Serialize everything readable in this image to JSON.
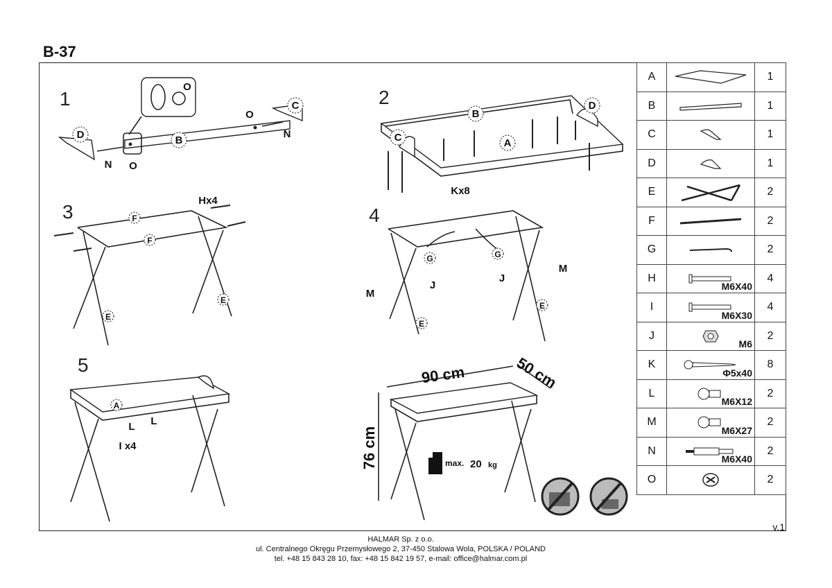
{
  "model": "B-37",
  "steps": {
    "s1": {
      "num": "1",
      "bubbles": [
        "D",
        "B",
        "C"
      ],
      "labels": [
        "O",
        "O",
        "O",
        "N",
        "N"
      ]
    },
    "s2": {
      "num": "2",
      "bubbles": [
        "C",
        "B",
        "A",
        "D"
      ],
      "k_label": "Kx8"
    },
    "s3": {
      "num": "3",
      "bubbles": [
        "F",
        "F",
        "E",
        "E"
      ],
      "h_label": "Hx4"
    },
    "s4": {
      "num": "4",
      "bubbles": [
        "G",
        "G",
        "E",
        "E"
      ],
      "labels": [
        "M",
        "J",
        "J",
        "M"
      ]
    },
    "s5": {
      "num": "5",
      "bubbles": [
        "A"
      ],
      "labels": [
        "L",
        "L"
      ],
      "i_label": "I x4"
    },
    "dims": {
      "width": "90 cm",
      "depth": "50 cm",
      "height": "76 cm",
      "max_word": "max.",
      "max_val": "20",
      "max_unit": "kg"
    }
  },
  "parts": [
    {
      "letter": "A",
      "qty": "1",
      "icon": "desk-top-icon",
      "size": ""
    },
    {
      "letter": "B",
      "qty": "1",
      "icon": "rail-icon",
      "size": ""
    },
    {
      "letter": "C",
      "qty": "1",
      "icon": "bracket-right-icon",
      "size": ""
    },
    {
      "letter": "D",
      "qty": "1",
      "icon": "bracket-left-icon",
      "size": ""
    },
    {
      "letter": "E",
      "qty": "2",
      "icon": "x-leg-icon",
      "size": ""
    },
    {
      "letter": "F",
      "qty": "2",
      "icon": "bar-icon",
      "size": ""
    },
    {
      "letter": "G",
      "qty": "2",
      "icon": "hook-bar-icon",
      "size": ""
    },
    {
      "letter": "H",
      "qty": "4",
      "icon": "bolt-icon",
      "size": "M6X40"
    },
    {
      "letter": "I",
      "qty": "4",
      "icon": "bolt-icon",
      "size": "M6X30"
    },
    {
      "letter": "J",
      "qty": "2",
      "icon": "nut-icon",
      "size": "M6"
    },
    {
      "letter": "K",
      "qty": "8",
      "icon": "wood-screw-icon",
      "size": "Φ5x40"
    },
    {
      "letter": "L",
      "qty": "2",
      "icon": "short-screw-icon",
      "size": "M6X12"
    },
    {
      "letter": "M",
      "qty": "2",
      "icon": "short-screw-icon",
      "size": "M6X27"
    },
    {
      "letter": "N",
      "qty": "2",
      "icon": "connector-bolt-icon",
      "size": "M6X40"
    },
    {
      "letter": "O",
      "qty": "2",
      "icon": "cam-lock-icon",
      "size": ""
    }
  ],
  "version": "v.1",
  "footer": {
    "line1": "HALMAR Sp. z o.o.",
    "line2": "ul. Centralnego Okręgu Przemysłowego 2, 37-450 Stalowa Wola, POLSKA / POLAND",
    "line3": "tel. +48 15 843 28 10, fax: +48 15 842 19 57, e-mail: office@halmar.com.pl"
  }
}
